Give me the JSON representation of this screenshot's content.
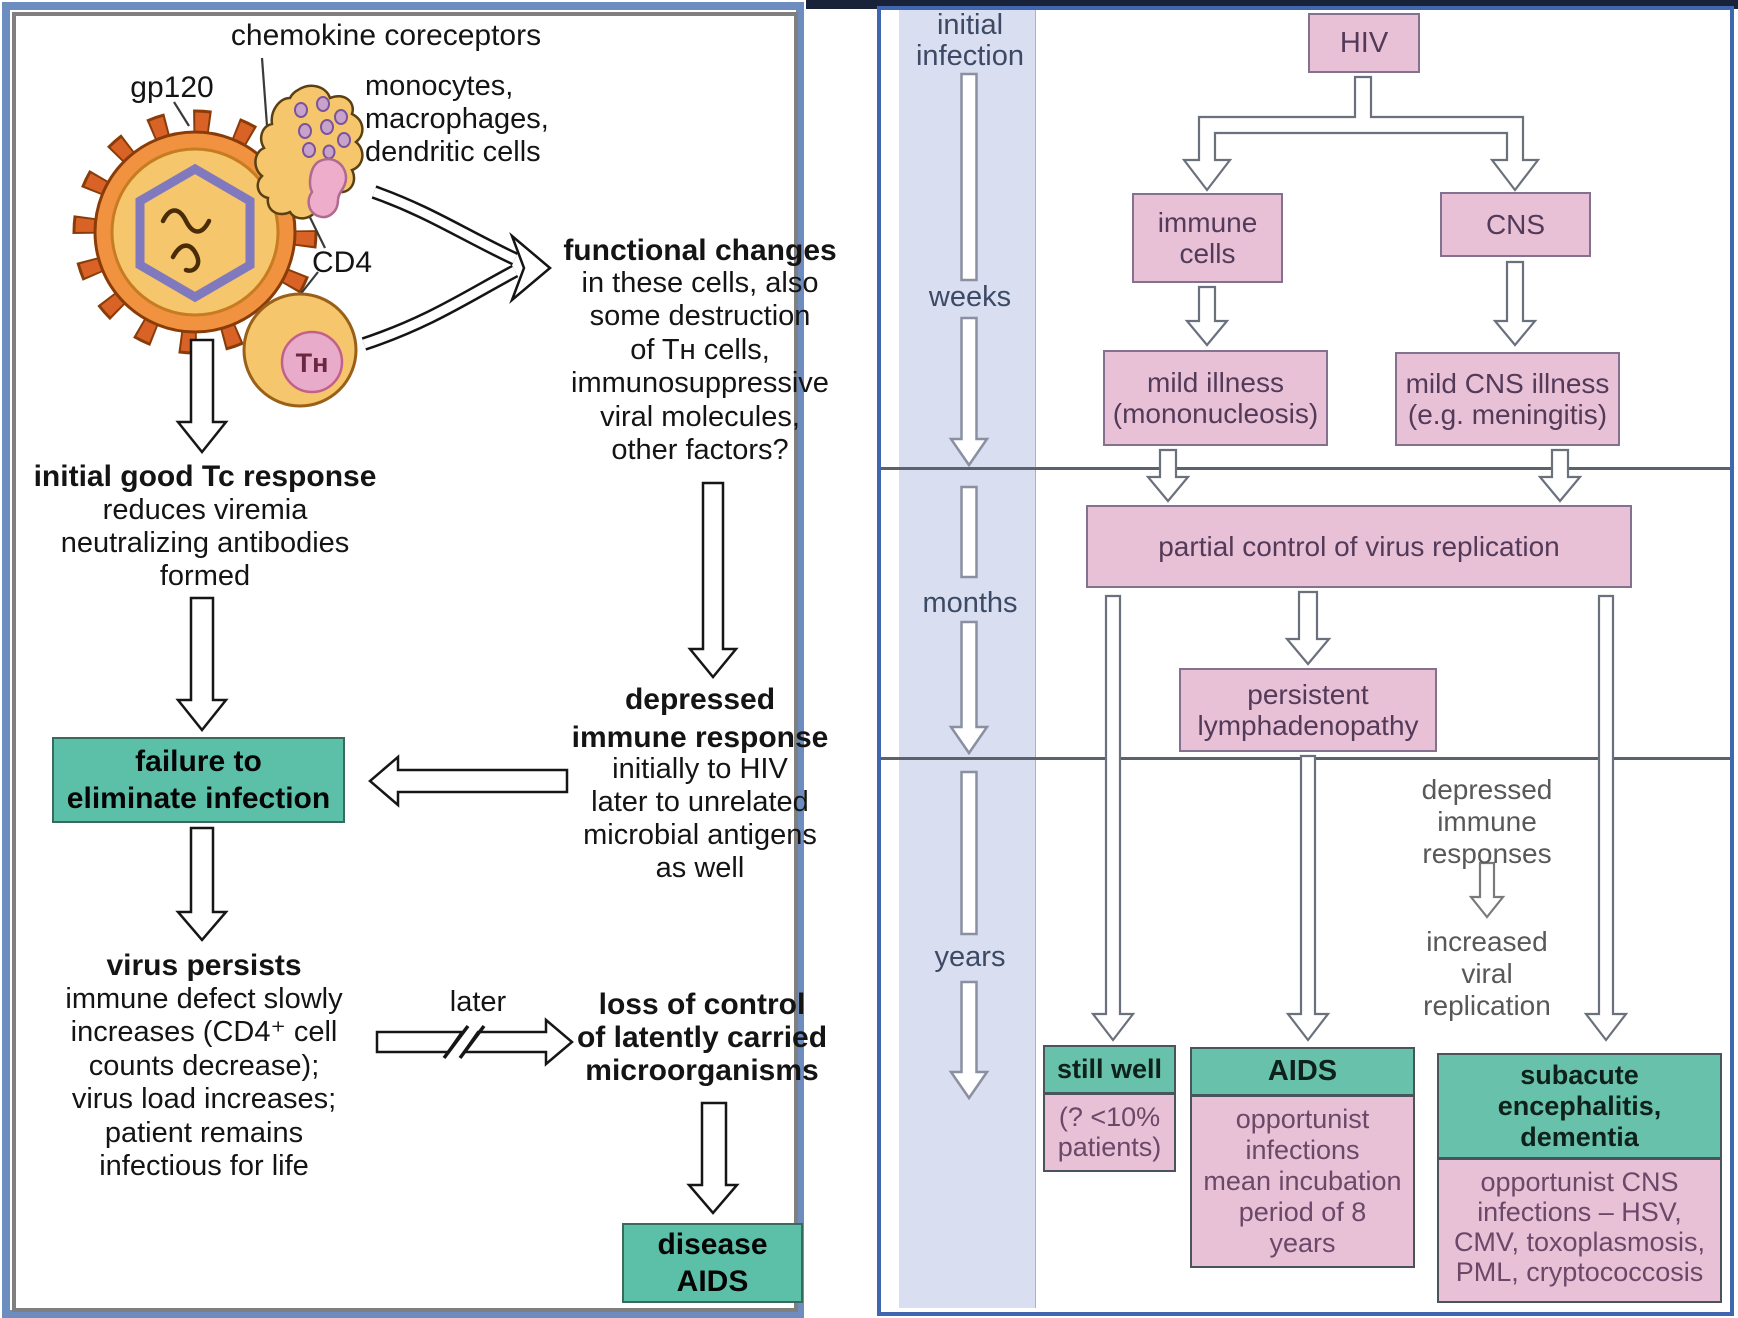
{
  "colors": {
    "teal_box": "#5cc0a9",
    "pink_box": "#e8c1d7",
    "outcome_teal": "#68c1ab",
    "timeline_lavender": "#d9def0",
    "left_frame_blue": "#6d8cbf",
    "right_frame_blue": "#4166b0",
    "virus_orange": "#f0923f",
    "virus_core_yellow": "#f5c66c",
    "capsid_purple": "#8079bd"
  },
  "left_panel": {
    "virus": {
      "chemokine_label": "chemokine coreceptors",
      "gp120_label": "gp120",
      "cells_list": "monocytes,\nmacrophages,\ndendritic cells",
      "cd4_label": "CD4",
      "th_label": "Tʜ"
    },
    "functional": {
      "title": "functional changes",
      "body": "in these cells,  also\nsome destruction\nof Tʜ cells,\nimmunosuppressive\nviral molecules,\nother factors?"
    },
    "initial": {
      "title": "initial good Tc response",
      "body": "reduces viremia\nneutralizing antibodies\nformed"
    },
    "failure_box": "failure to\neliminate infection",
    "depressed": {
      "title": "depressed\nimmune response",
      "body": "initially to HIV\nlater to unrelated\nmicrobial antigens\nas well"
    },
    "persists": {
      "title": "virus persists",
      "body": "immune defect slowly\nincreases (CD4⁺ cell\ncounts decrease);\nvirus load increases;\npatient remains\ninfectious for life"
    },
    "later_label": "later",
    "loss": "loss of control\nof latently carried\nmicroorganisms",
    "disease_box": "disease\nAIDS"
  },
  "right_panel": {
    "timeline": {
      "initial": "initial\ninfection",
      "weeks": "weeks",
      "months": "months",
      "years": "years"
    },
    "boxes": {
      "hiv": "HIV",
      "immune_cells": "immune\ncells",
      "cns": "CNS",
      "mild_illness": "mild illness\n(mononucleosis)",
      "mild_cns": "mild CNS illness\n(e.g. meningitis)",
      "partial": "partial control of virus replication",
      "persistent": "persistent\nlymphadenopathy"
    },
    "gray_notes": {
      "depressed": "depressed\nimmune\nresponses",
      "increased": "increased\nviral\nreplication"
    },
    "outcomes": {
      "still_well": {
        "title": "still well",
        "body": "(? <10%\npatients)"
      },
      "aids": {
        "title": "AIDS",
        "body": "opportunist\ninfections\nmean incubation\nperiod of 8\nyears"
      },
      "subacute": {
        "title": "subacute\nencephalitis,\ndementia",
        "body": "opportunist CNS\ninfections – HSV,\nCMV, toxoplasmosis,\nPML, cryptococcosis"
      }
    }
  }
}
